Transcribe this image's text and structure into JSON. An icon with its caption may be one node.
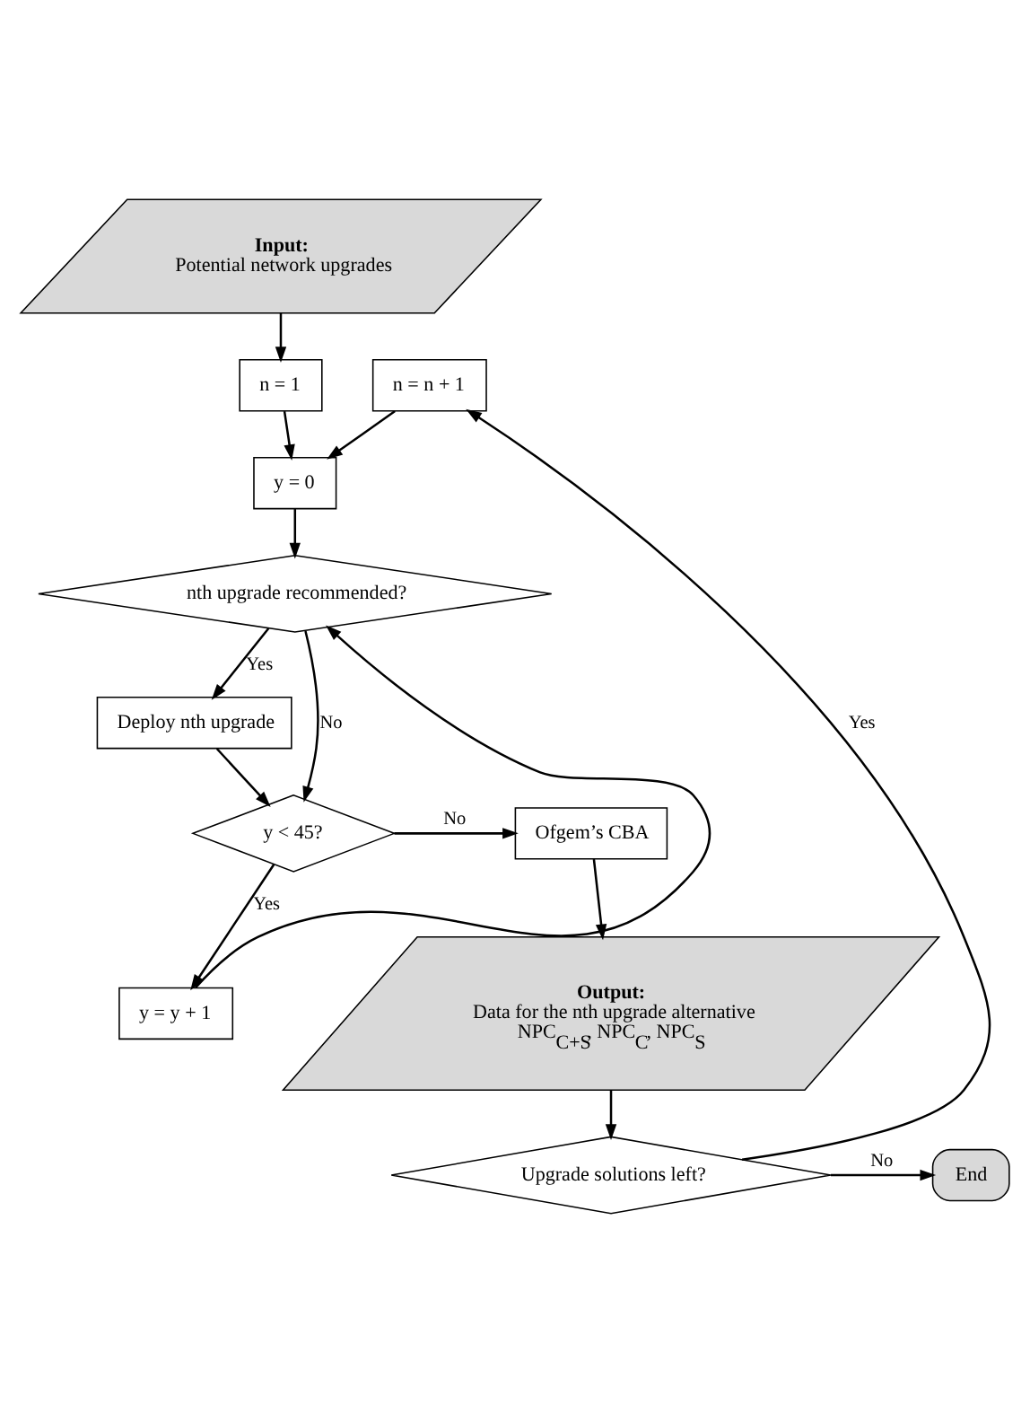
{
  "diagram": {
    "nodes": [
      {
        "text": [
          "Input:",
          "Potential network upgrades"
        ]
      },
      {
        "text": [
          "n = 1"
        ]
      },
      {
        "text": [
          "n = n + 1"
        ]
      },
      {
        "text": [
          "y = 0"
        ]
      },
      {
        "text": [
          "nth upgrade recommended?"
        ]
      },
      {
        "text": [
          "Deploy nth upgrade"
        ]
      },
      {
        "text": [
          "y = y + 1"
        ]
      },
      {
        "text": [
          "y < 45?"
        ]
      },
      {
        "text": [
          "Ofgem’s CBA"
        ]
      },
      {
        "text": [
          "Output:",
          "Data for the nth upgrade alternative",
          "NPC$_{C+S}$, NPC$_{C}$, NPC$_{S}$"
        ]
      },
      {
        "text": [
          "Upgrade solutions left?"
        ]
      },
      {
        "text": [
          "End"
        ]
      }
    ],
    "edges": [
      {
        "from": 0,
        "to": 1,
        "arrow": "to"
      },
      {
        "from": 1,
        "to": 3,
        "arrow": "to"
      },
      {
        "from": 2,
        "to": 3,
        "arrow": "to"
      },
      {
        "from": 3,
        "to": 4,
        "arrow": "to"
      },
      {
        "from": 4,
        "to": 5,
        "arrow": "to",
        "label": "Yes"
      },
      {
        "from": 4,
        "to": 7,
        "arrow": "to",
        "label": "No"
      },
      {
        "from": 5,
        "to": 7,
        "arrow": "to"
      },
      {
        "from": 7,
        "to": 8,
        "arrow": "to",
        "label": "No"
      },
      {
        "from": 7,
        "to": 6,
        "arrow": "to",
        "label": "Yes"
      },
      {
        "from": 6,
        "to": 4,
        "arrow": "to"
      },
      {
        "from": 8,
        "to": 9,
        "arrow": "to"
      },
      {
        "from": 9,
        "to": 10,
        "arrow": "to"
      },
      {
        "from": 10,
        "to": 11,
        "arrow": "to",
        "label": "No"
      },
      {
        "from": 10,
        "to": 2,
        "arrow": "to",
        "label": "Yes"
      }
    ]
  }
}
